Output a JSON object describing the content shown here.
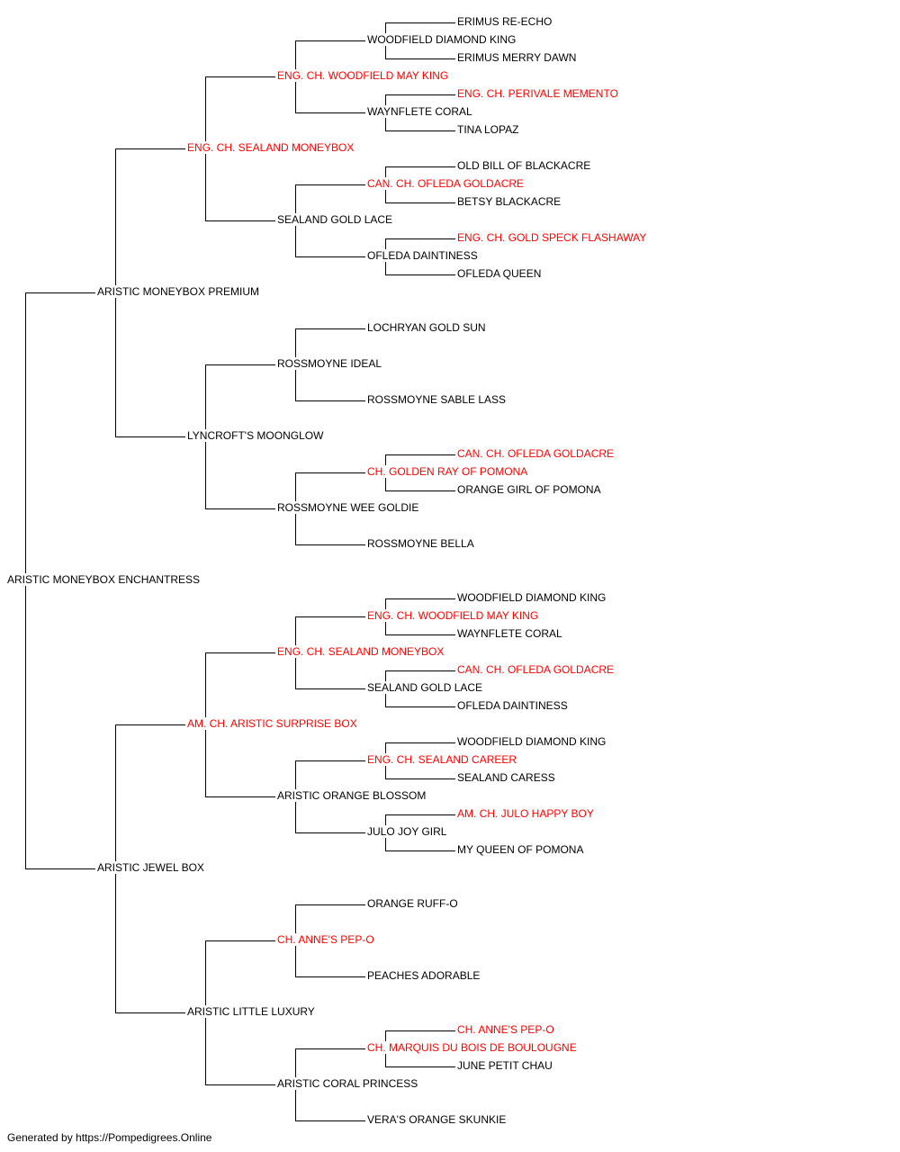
{
  "colors": {
    "champion": "#ff0000",
    "normal": "#000000",
    "line": "#000000"
  },
  "pedigree": {
    "name": "ARISTIC MONEYBOX ENCHANTRESS",
    "champion": false,
    "sire": {
      "name": "ARISTIC MONEYBOX PREMIUM",
      "champion": false,
      "sire": {
        "name": "ENG. CH. SEALAND MONEYBOX",
        "champion": true,
        "sire": {
          "name": "ENG. CH. WOODFIELD MAY KING",
          "champion": true,
          "sire": {
            "name": "WOODFIELD DIAMOND KING",
            "champion": false,
            "sire": {
              "name": "ERIMUS RE-ECHO",
              "champion": false
            },
            "dam": {
              "name": "ERIMUS MERRY DAWN",
              "champion": false
            }
          },
          "dam": {
            "name": "WAYNFLETE CORAL",
            "champion": false,
            "sire": {
              "name": "ENG. CH. PERIVALE MEMENTO",
              "champion": true
            },
            "dam": {
              "name": "TINA LOPAZ",
              "champion": false
            }
          }
        },
        "dam": {
          "name": "SEALAND GOLD LACE",
          "champion": false,
          "sire": {
            "name": "CAN. CH. OFLEDA GOLDACRE",
            "champion": true,
            "sire": {
              "name": "OLD BILL OF BLACKACRE",
              "champion": false
            },
            "dam": {
              "name": "BETSY BLACKACRE",
              "champion": false
            }
          },
          "dam": {
            "name": "OFLEDA DAINTINESS",
            "champion": false,
            "sire": {
              "name": "ENG. CH. GOLD SPECK FLASHAWAY",
              "champion": true
            },
            "dam": {
              "name": "OFLEDA QUEEN",
              "champion": false
            }
          }
        }
      },
      "dam": {
        "name": "LYNCROFT'S MOONGLOW",
        "champion": false,
        "sire": {
          "name": "ROSSMOYNE IDEAL",
          "champion": false,
          "sire": {
            "name": "LOCHRYAN GOLD SUN",
            "champion": false
          },
          "dam": {
            "name": "ROSSMOYNE SABLE LASS",
            "champion": false
          }
        },
        "dam": {
          "name": "ROSSMOYNE WEE GOLDIE",
          "champion": false,
          "sire": {
            "name": "CH. GOLDEN RAY OF POMONA",
            "champion": true,
            "sire": {
              "name": "CAN. CH. OFLEDA GOLDACRE",
              "champion": true
            },
            "dam": {
              "name": "ORANGE GIRL OF POMONA",
              "champion": false
            }
          },
          "dam": {
            "name": "ROSSMOYNE BELLA",
            "champion": false
          }
        }
      }
    },
    "dam": {
      "name": "ARISTIC JEWEL BOX",
      "champion": false,
      "sire": {
        "name": "AM. CH. ARISTIC SURPRISE BOX",
        "champion": true,
        "sire": {
          "name": "ENG. CH. SEALAND MONEYBOX",
          "champion": true,
          "sire": {
            "name": "ENG. CH. WOODFIELD MAY KING",
            "champion": true,
            "sire": {
              "name": "WOODFIELD DIAMOND KING",
              "champion": false
            },
            "dam": {
              "name": "WAYNFLETE CORAL",
              "champion": false
            }
          },
          "dam": {
            "name": "SEALAND GOLD LACE",
            "champion": false,
            "sire": {
              "name": "CAN. CH. OFLEDA GOLDACRE",
              "champion": true
            },
            "dam": {
              "name": "OFLEDA DAINTINESS",
              "champion": false
            }
          }
        },
        "dam": {
          "name": "ARISTIC ORANGE BLOSSOM",
          "champion": false,
          "sire": {
            "name": "ENG. CH. SEALAND CAREER",
            "champion": true,
            "sire": {
              "name": "WOODFIELD DIAMOND KING",
              "champion": false
            },
            "dam": {
              "name": "SEALAND CARESS",
              "champion": false
            }
          },
          "dam": {
            "name": "JULO JOY GIRL",
            "champion": false,
            "sire": {
              "name": "AM. CH. JULO HAPPY BOY",
              "champion": true
            },
            "dam": {
              "name": "MY QUEEN OF POMONA",
              "champion": false
            }
          }
        }
      },
      "dam": {
        "name": "ARISTIC LITTLE LUXURY",
        "champion": false,
        "sire": {
          "name": "CH. ANNE'S PEP-O",
          "champion": true,
          "sire": {
            "name": "ORANGE RUFF-O",
            "champion": false
          },
          "dam": {
            "name": "PEACHES ADORABLE",
            "champion": false
          }
        },
        "dam": {
          "name": "ARISTIC CORAL PRINCESS",
          "champion": false,
          "sire": {
            "name": "CH. MARQUIS DU BOIS DE BOULOUGNE",
            "champion": true,
            "sire": {
              "name": "CH. ANNE'S PEP-O",
              "champion": true
            },
            "dam": {
              "name": "JUNE PETIT CHAU",
              "champion": false
            }
          },
          "dam": {
            "name": "VERA'S ORANGE SKUNKIE",
            "champion": false
          }
        }
      }
    }
  },
  "footer": {
    "text": "Generated by https://Pompedigrees.Online"
  }
}
